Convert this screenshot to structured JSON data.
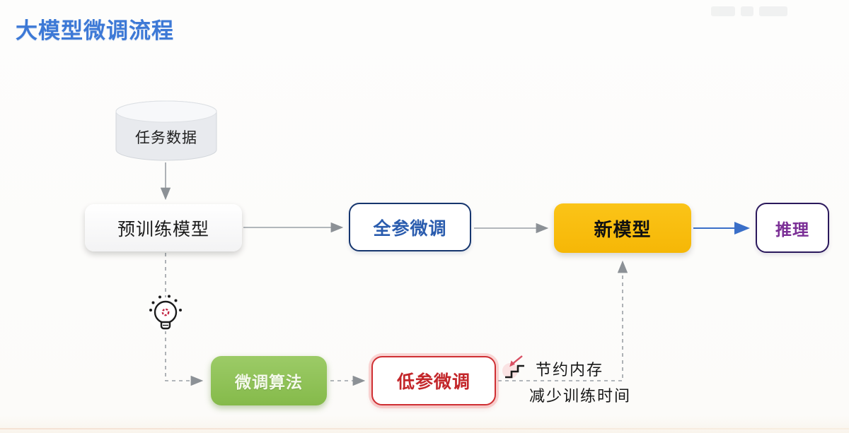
{
  "page": {
    "title": "大模型微调流程"
  },
  "flow": {
    "task_data": "任务数据",
    "pretrained_model": "预训练模型",
    "full_param_finetune": "全参微调",
    "new_model": "新模型",
    "inference": "推理",
    "finetune_algorithm": "微调算法",
    "low_param_finetune": "低参微调"
  },
  "annotations": {
    "benefit_1": "节约内存",
    "benefit_2": "减少训练时间"
  },
  "icons": {
    "lightbulb": "idea-lightbulb-icon",
    "stairs_decrease": "decrease-stairs-icon",
    "database": "database-cylinder-shape"
  },
  "colors": {
    "title": "#3d79d6",
    "new_model_fill": "#f9bc0d",
    "algorithm_fill": "#8dc153",
    "full_param_border": "#16366e",
    "full_param_text": "#2a5cae",
    "inference_border": "#2b195c",
    "inference_text": "#7b2f96",
    "low_param_border": "#cf2f33",
    "low_param_text": "#c3262a",
    "arrow_gray": "#9aa0a6",
    "arrow_blue": "#3a6fc8"
  }
}
